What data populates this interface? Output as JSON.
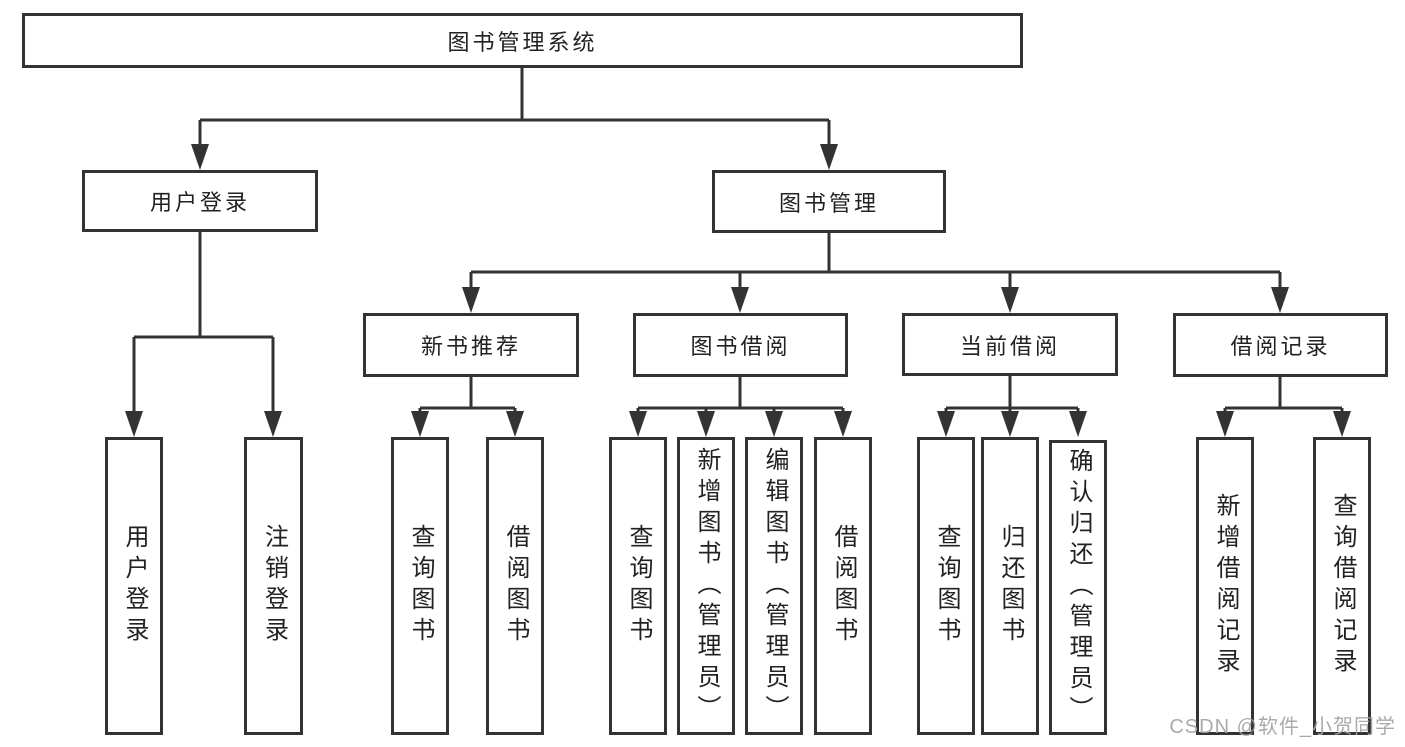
{
  "diagram": {
    "type": "hierarchy-tree",
    "root": {
      "label": "图书管理系统"
    },
    "level2": [
      {
        "label": "用户登录"
      },
      {
        "label": "图书管理"
      }
    ],
    "level3": [
      {
        "label": "新书推荐",
        "parent": "图书管理"
      },
      {
        "label": "图书借阅",
        "parent": "图书管理"
      },
      {
        "label": "当前借阅",
        "parent": "图书管理"
      },
      {
        "label": "借阅记录",
        "parent": "图书管理"
      }
    ],
    "leaves": [
      {
        "label": "用户登录",
        "parent": "用户登录"
      },
      {
        "label": "注销登录",
        "parent": "用户登录"
      },
      {
        "label": "查询图书",
        "parent": "新书推荐"
      },
      {
        "label": "借阅图书",
        "parent": "新书推荐"
      },
      {
        "label": "查询图书",
        "parent": "图书借阅"
      },
      {
        "label": "新增图书（管理员）",
        "parent": "图书借阅"
      },
      {
        "label": "编辑图书（管理员）",
        "parent": "图书借阅"
      },
      {
        "label": "借阅图书",
        "parent": "图书借阅"
      },
      {
        "label": "查询图书",
        "parent": "当前借阅"
      },
      {
        "label": "归还图书",
        "parent": "当前借阅"
      },
      {
        "label": "确认归还（管理员）",
        "parent": "当前借阅"
      },
      {
        "label": "新增借阅记录",
        "parent": "借阅记录"
      },
      {
        "label": "查询借阅记录",
        "parent": "借阅记录"
      }
    ],
    "colors": {
      "line": "#333333",
      "box_border": "#333333",
      "text": "#222222",
      "background": "#ffffff",
      "watermark": "#a3a3a3"
    }
  },
  "watermark": {
    "text": "CSDN @软件_小贺同学"
  }
}
